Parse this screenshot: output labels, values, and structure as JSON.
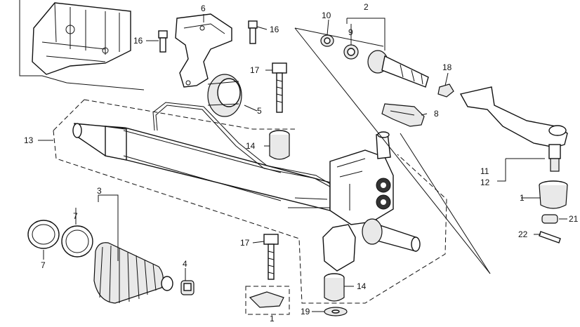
{
  "callouts": [
    {
      "id": "c1a",
      "text": "1"
    },
    {
      "id": "c1b",
      "text": "1"
    },
    {
      "id": "c2",
      "text": "2"
    },
    {
      "id": "c3",
      "text": "3"
    },
    {
      "id": "c4",
      "text": "4"
    },
    {
      "id": "c5",
      "text": "5"
    },
    {
      "id": "c6",
      "text": "6"
    },
    {
      "id": "c7a",
      "text": "7"
    },
    {
      "id": "c7b",
      "text": "7"
    },
    {
      "id": "c8",
      "text": "8"
    },
    {
      "id": "c9",
      "text": "9"
    },
    {
      "id": "c10",
      "text": "10"
    },
    {
      "id": "c11",
      "text": "11"
    },
    {
      "id": "c12",
      "text": "12"
    },
    {
      "id": "c13",
      "text": "13"
    },
    {
      "id": "c14a",
      "text": "14"
    },
    {
      "id": "c14b",
      "text": "14"
    },
    {
      "id": "c16a",
      "text": "16"
    },
    {
      "id": "c16b",
      "text": "16"
    },
    {
      "id": "c17a",
      "text": "17"
    },
    {
      "id": "c17b",
      "text": "17"
    },
    {
      "id": "c18",
      "text": "18"
    },
    {
      "id": "c19",
      "text": "19"
    },
    {
      "id": "c21",
      "text": "21"
    },
    {
      "id": "c22",
      "text": "22"
    }
  ]
}
